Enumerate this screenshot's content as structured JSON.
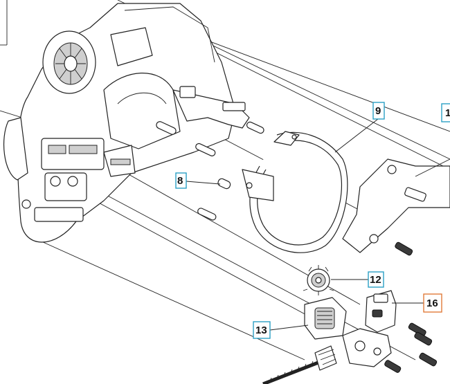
{
  "diagram": {
    "callouts": [
      {
        "id": "8",
        "label": "8",
        "color": "#2a9fc4"
      },
      {
        "id": "9",
        "label": "9",
        "color": "#2a9fc4"
      },
      {
        "id": "12",
        "label": "12",
        "color": "#2a9fc4"
      },
      {
        "id": "13",
        "label": "13",
        "color": "#2a9fc4"
      },
      {
        "id": "16",
        "label": "16",
        "color": "#e07b39"
      },
      {
        "id": "1x",
        "label": "1",
        "color": "#2a9fc4"
      }
    ]
  }
}
